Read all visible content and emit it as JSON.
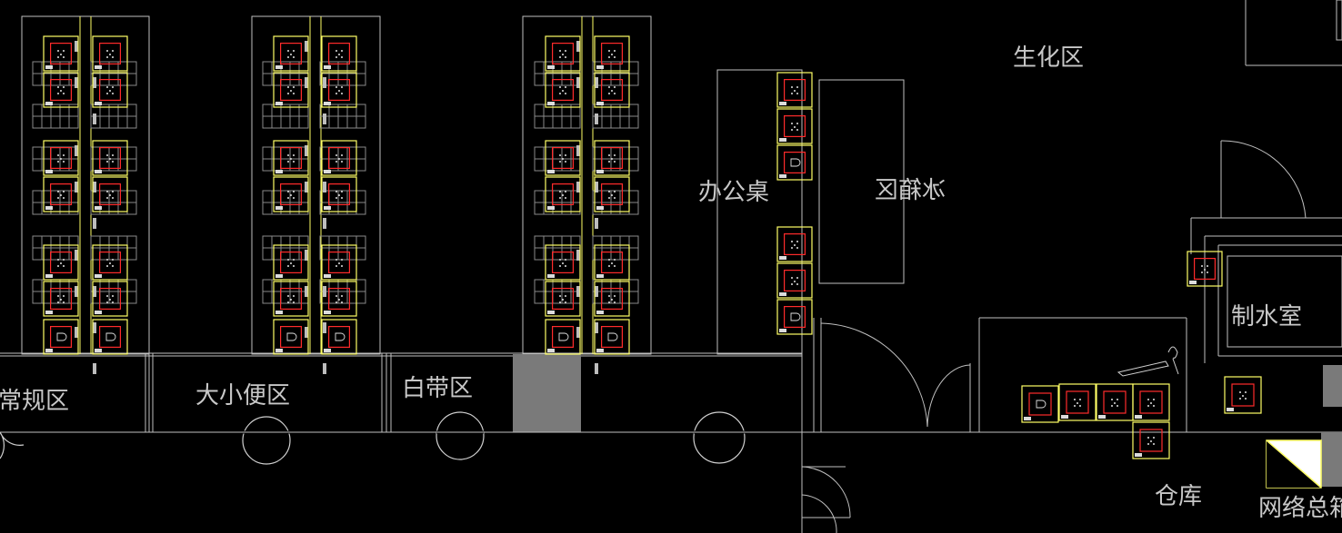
{
  "drawing": {
    "background": "#000000",
    "colors": {
      "wall": "#bfbfbf",
      "outlet_frame": "#ffff66",
      "outlet_body": "#ff2b2b",
      "gray_block": "#7a7a7a",
      "label": "#c8c8c8"
    }
  },
  "labels": {
    "regular_area": "常规区",
    "toilet_area": "大小便区",
    "white_band_area": "白带区",
    "office_desk": "办公桌",
    "biochem_area": "生化区",
    "mirrored_label": "冰箱区",
    "water_room": "制水室",
    "warehouse": "仓库",
    "network_box": "网络总箱"
  },
  "symbols": {
    "outlet_icon": "socket-outlet-icon",
    "door_icon": "door-swing-icon",
    "sink_icon": "sink-circle-icon",
    "faucet_icon": "faucet-icon"
  }
}
